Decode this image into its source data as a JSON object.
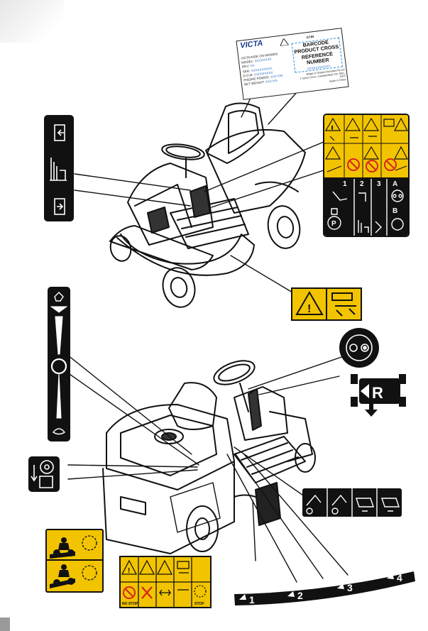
{
  "compliance_label": {
    "brand": "VICTA",
    "lines": [
      "VICTA RIDE ON MOWER:",
      "MODEL:",
      "REV:",
      "SER:",
      "D.O.M:",
      "ENGINE POWER:",
      "NET WEIGHT:"
    ],
    "values": [
      "",
      "XXXXXXXX",
      "XX",
      "XXXXXXXXXX",
      "XX/XX/XXXX",
      "XXX KW",
      "XXX KG"
    ],
    "barcode_text": [
      "BARCODE",
      "PRODUCT CROSS",
      "REFERENCE",
      "NUMBER"
    ],
    "barcode_digits": "XXXXXXXXXXX",
    "footer": [
      "Briggs & Stratton Australia Pty Ltd",
      "1 Sylvia Grove, Campbellfield VIC 3061, 2019",
      "Made in China"
    ],
    "code_top": "GTIN"
  },
  "control_panel_decal": {
    "numbers": [
      "1",
      "2",
      "3",
      "A",
      "B"
    ]
  },
  "reverse_decal": {
    "letter": "R"
  },
  "pedal_strip": {
    "numbers": [
      "1",
      "2",
      "3",
      "4"
    ]
  },
  "warning_bottom": {
    "caption_left": "NO STOP",
    "caption_right": "STOP"
  },
  "colors": {
    "yellow": "#f2c400",
    "black": "#111111",
    "blue": "#2a8fd8"
  }
}
